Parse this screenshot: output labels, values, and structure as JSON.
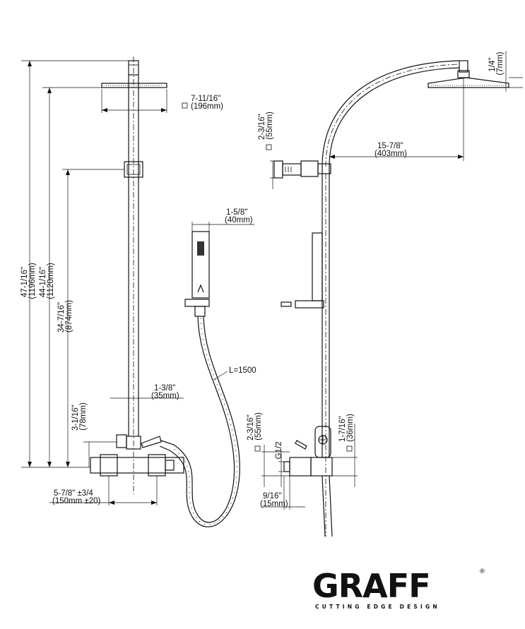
{
  "dimensions": {
    "overall_height": {
      "imperial": "47-1/16\"",
      "metric": "(1196mm)"
    },
    "head_height": {
      "imperial": "44-1/16\"",
      "metric": "(1120mm)"
    },
    "slider_height": {
      "imperial": "34-7/16\"",
      "metric": "(874mm)"
    },
    "valve_height": {
      "imperial": "3-1/16\"",
      "metric": "(78mm)"
    },
    "head_width": {
      "imperial": "7-11/16\"",
      "metric": "(196mm)"
    },
    "pipe_diameter": {
      "imperial": "1-3/8\"",
      "metric": "(35mm)"
    },
    "centers": {
      "imperial": "5-7/8\" ±3/4",
      "metric": "(150mm ±20)"
    },
    "handshower_width": {
      "imperial": "1-5/8\"",
      "metric": "(40mm)"
    },
    "hose_length": "L=1500",
    "head_thickness": {
      "imperial": "1/4\"",
      "metric": "(7mm)"
    },
    "arm_reach": {
      "imperial": "15-7/8\"",
      "metric": "(403mm)"
    },
    "wall_bracket": {
      "imperial": "2-3/16\"",
      "metric": "(55mm)"
    },
    "valve_body": {
      "imperial": "2-3/16\"",
      "metric": "(55mm)"
    },
    "inlet_thread": "G1/2",
    "inlet_depth": {
      "imperial": "9/16\"",
      "metric": "(15mm)"
    },
    "valve_square": {
      "imperial": "1-7/16\"",
      "metric": "(36mm)"
    }
  },
  "brand": {
    "name": "GRAFF",
    "registered": "®",
    "tagline": "CUTTING EDGE DESIGN"
  }
}
